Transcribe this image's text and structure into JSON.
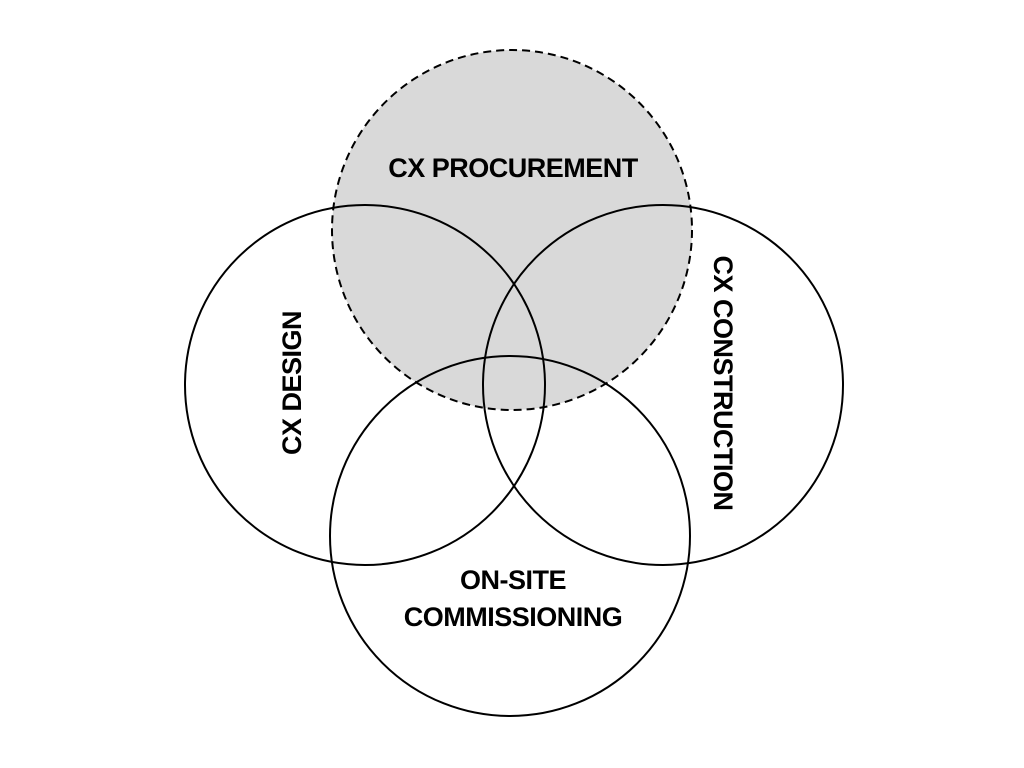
{
  "diagram": {
    "type": "venn",
    "description": "Four-circle commissioning process Venn diagram",
    "colors": {
      "background": "#ffffff",
      "stroke": "#000000",
      "procurement_fill": "#d9d9d9",
      "label_text": "#000000"
    },
    "circles": [
      {
        "id": "cx-procurement",
        "label": "CX PROCUREMENT",
        "border_style": "dashed",
        "fill_style": "gray",
        "label_orientation": "horizontal"
      },
      {
        "id": "cx-design",
        "label": "CX DESIGN",
        "border_style": "solid",
        "fill_style": "none",
        "label_orientation": "rotated-90-ccw"
      },
      {
        "id": "cx-construction",
        "label": "CX CONSTRUCTION",
        "border_style": "solid",
        "fill_style": "none",
        "label_orientation": "rotated-90-cw"
      },
      {
        "id": "on-site-commissioning",
        "label_line1": "ON-SITE",
        "label_line2": "COMMISSIONING",
        "border_style": "solid",
        "fill_style": "none",
        "label_orientation": "horizontal"
      }
    ]
  }
}
